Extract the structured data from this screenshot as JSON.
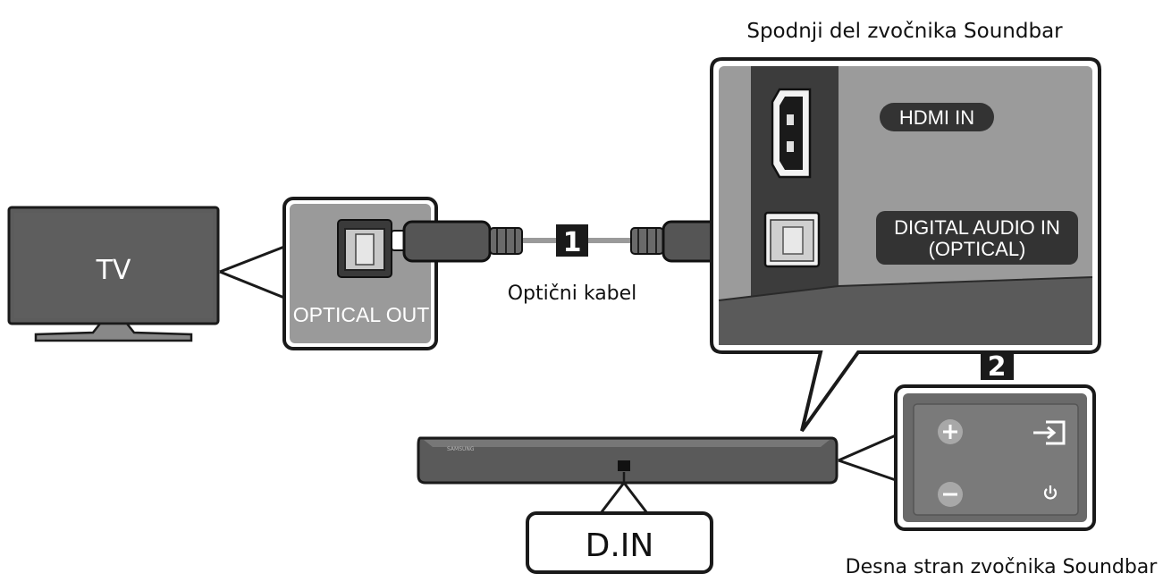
{
  "captions": {
    "soundbar_bottom": "Spodnji del zvočnika Soundbar",
    "soundbar_right_side": "Desna stran zvočnika Soundbar",
    "optical_cable": "Optični kabel"
  },
  "tv": {
    "label": "TV",
    "port_label": "OPTICAL OUT"
  },
  "soundbar_ports": {
    "hdmi": "HDMI IN",
    "digital_line1": "DIGITAL AUDIO IN",
    "digital_line2": "(OPTICAL)"
  },
  "display_badge": "D.IN",
  "steps": [
    "1",
    "2"
  ],
  "icons": {
    "plus": "plus-icon",
    "minus": "minus-icon",
    "source": "source-input-icon",
    "power": "power-icon"
  }
}
